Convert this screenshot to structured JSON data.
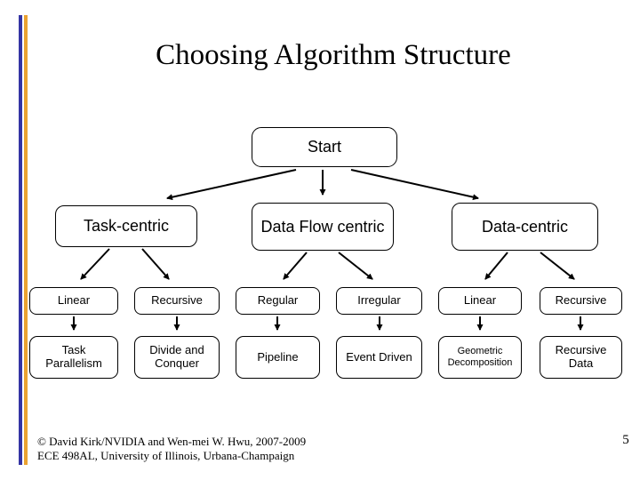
{
  "slide": {
    "title": "Choosing Algorithm Structure",
    "page_number": "5",
    "footer": {
      "line1": "© David Kirk/NVIDIA and Wen-mei W. Hwu, 2007-2009",
      "line2": "ECE 498AL, University of Illinois, Urbana-Champaign"
    }
  },
  "colors": {
    "background": "#FFFFFF",
    "stripe_blue": "#3434A4",
    "stripe_orange": "#EBA230",
    "node_border": "#000000",
    "node_fill": "#FFFFFF",
    "text": "#000000"
  },
  "diagram": {
    "root": "Start",
    "branches": [
      {
        "label": "Task-centric",
        "children": [
          {
            "label": "Linear",
            "child": "Task Parallelism"
          },
          {
            "label": "Recursive",
            "child": "Divide and Conquer"
          }
        ]
      },
      {
        "label": "Data Flow centric",
        "children": [
          {
            "label": "Regular",
            "child": "Pipeline"
          },
          {
            "label": "Irregular",
            "child": "Event Driven"
          }
        ]
      },
      {
        "label": "Data-centric",
        "children": [
          {
            "label": "Linear",
            "child": "Geometric Decomposition"
          },
          {
            "label": "Recursive",
            "child": "Recursive Data"
          }
        ]
      }
    ]
  }
}
